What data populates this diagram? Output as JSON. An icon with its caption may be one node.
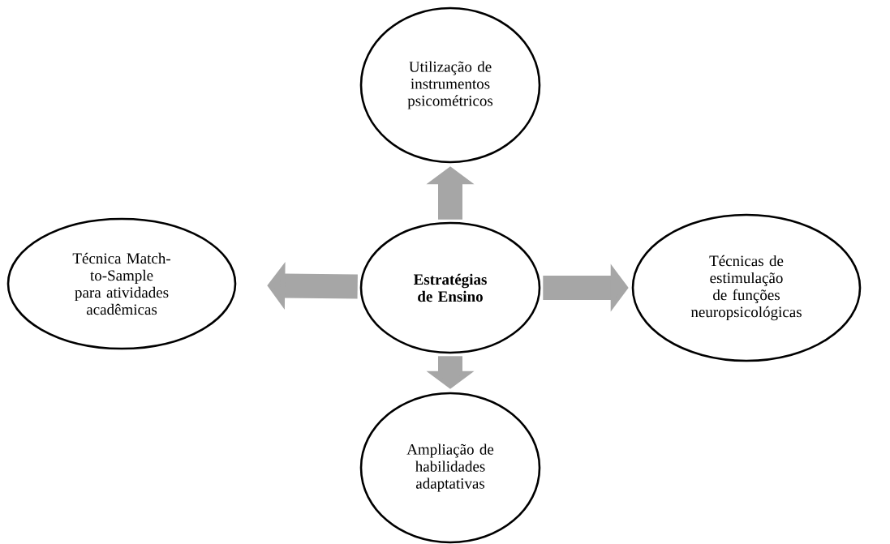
{
  "diagram": {
    "nodes": [
      {
        "text": [
          "Estratégias de Ensino"
        ]
      },
      {
        "text": [
          "Utilização de instrumentos psicométricos"
        ]
      },
      {
        "text": [
          "Técnica Match-to-Sample para atividades acadêmicas"
        ]
      },
      {
        "text": [
          "Técnicas de estimulação de funções neuropsicológicas"
        ]
      },
      {
        "text": [
          "Ampliação de habilidades adaptativas"
        ]
      }
    ],
    "edges": [
      {
        "from": 0,
        "to": 1,
        "arrow": "to"
      },
      {
        "from": 0,
        "to": 2,
        "arrow": "to"
      },
      {
        "from": 0,
        "to": 3,
        "arrow": "to"
      },
      {
        "from": 0,
        "to": 4,
        "arrow": "to"
      }
    ]
  }
}
